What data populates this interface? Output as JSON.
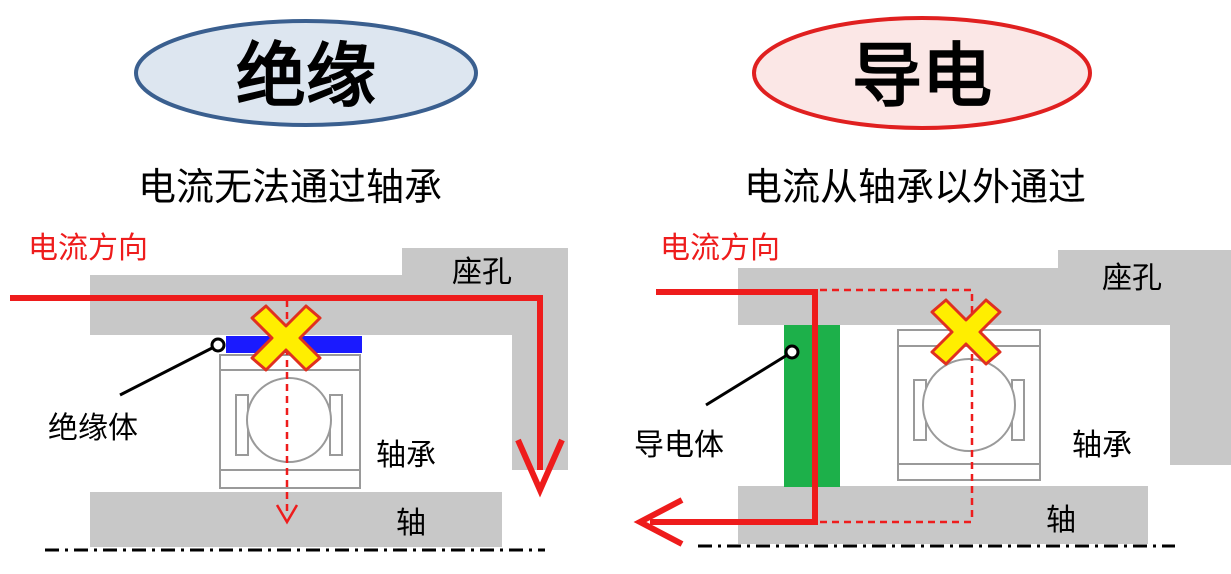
{
  "left": {
    "title": "绝缘",
    "subtitle": "电流无法通过轴承",
    "current_label": "电流方向",
    "housing_label": "座孔",
    "insulator_label": "绝缘体",
    "bearing_label": "轴承",
    "shaft_label": "轴",
    "title_ellipse_fill": "#dde6f0",
    "title_ellipse_stroke": "#3a5f8f",
    "insulator_color": "#1a1aff"
  },
  "right": {
    "title": "导电",
    "subtitle": "电流从轴承以外通过",
    "current_label": "电流方向",
    "housing_label": "座孔",
    "conductor_label": "导电体",
    "bearing_label": "轴承",
    "shaft_label": "轴",
    "title_ellipse_fill": "#fbe7e6",
    "title_ellipse_stroke": "#e02020",
    "conductor_color": "#1db04a"
  },
  "colors": {
    "current": "#ee1c1c",
    "part_gray": "#c8c8c8",
    "bearing_line": "#9a9a9a",
    "cross_fill": "#ffee00",
    "cross_stroke": "#e03020"
  }
}
